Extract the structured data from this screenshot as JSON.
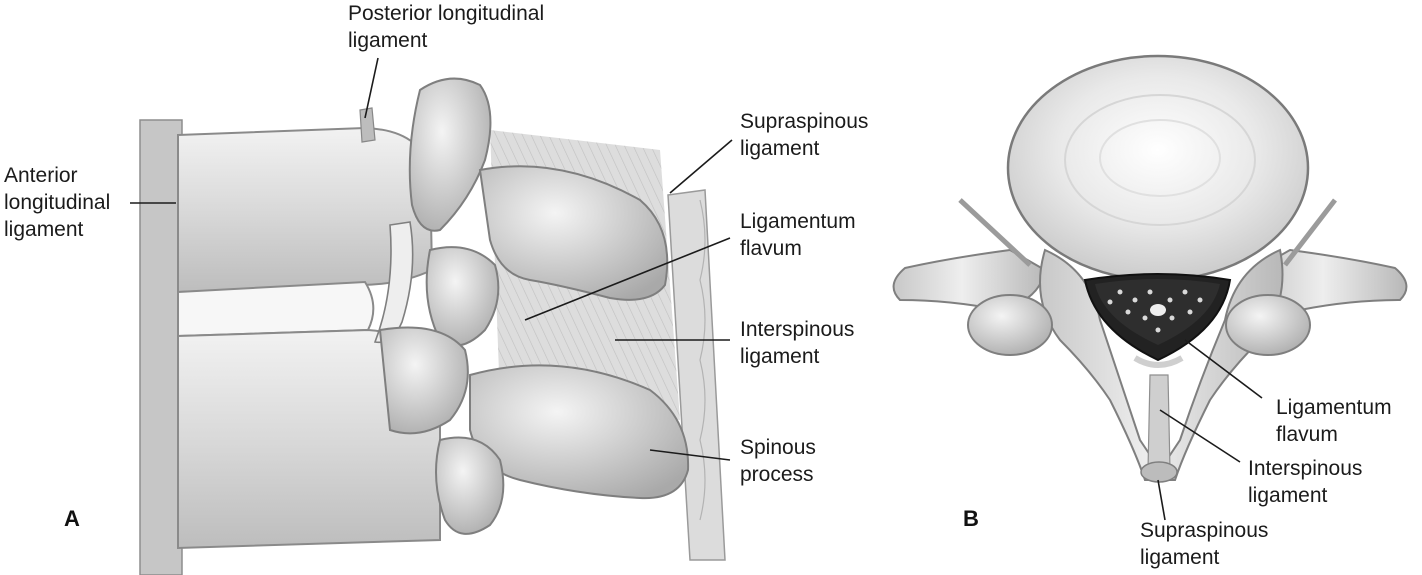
{
  "panels": [
    {
      "letter": "A",
      "labels": {
        "posterior_longitudinal": [
          "Posterior longitudinal",
          "ligament"
        ],
        "anterior_longitudinal": [
          "Anterior",
          "longitudinal",
          "ligament"
        ],
        "supraspinous": [
          "Supraspinous",
          "ligament"
        ],
        "ligamentum_flavum": [
          "Ligamentum",
          "flavum"
        ],
        "interspinous": [
          "Interspinous",
          "ligament"
        ],
        "spinous_process": [
          "Spinous",
          "process"
        ]
      }
    },
    {
      "letter": "B",
      "labels": {
        "ligamentum_flavum": [
          "Ligamentum",
          "flavum"
        ],
        "interspinous": [
          "Interspinous",
          "ligament"
        ],
        "supraspinous": [
          "Supraspinous",
          "ligament"
        ]
      }
    }
  ]
}
